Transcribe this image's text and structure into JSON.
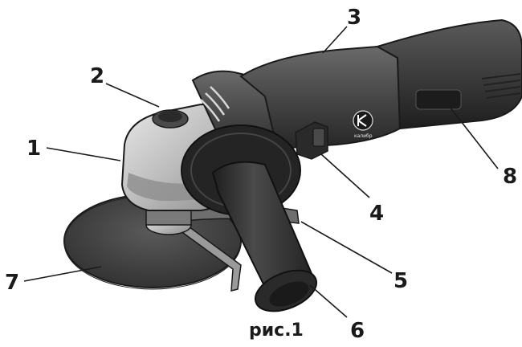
{
  "figure": {
    "caption": "рис.1",
    "brand_logo_text": "калибр",
    "callouts": [
      {
        "number": "1",
        "part": "gear-head"
      },
      {
        "number": "2",
        "part": "spindle-lock-button"
      },
      {
        "number": "3",
        "part": "motor-housing"
      },
      {
        "number": "4",
        "part": "power-switch"
      },
      {
        "number": "5",
        "part": "wheel-guard"
      },
      {
        "number": "6",
        "part": "auxiliary-handle"
      },
      {
        "number": "7",
        "part": "grinding-disc"
      },
      {
        "number": "8",
        "part": "ventilation-slots"
      }
    ]
  },
  "colors": {
    "body_dark": "#3a3a3a",
    "body_mid": "#555555",
    "metal_light": "#c8c8c8",
    "disc": "#4a4a4a",
    "ink": "#1a1a1a"
  }
}
